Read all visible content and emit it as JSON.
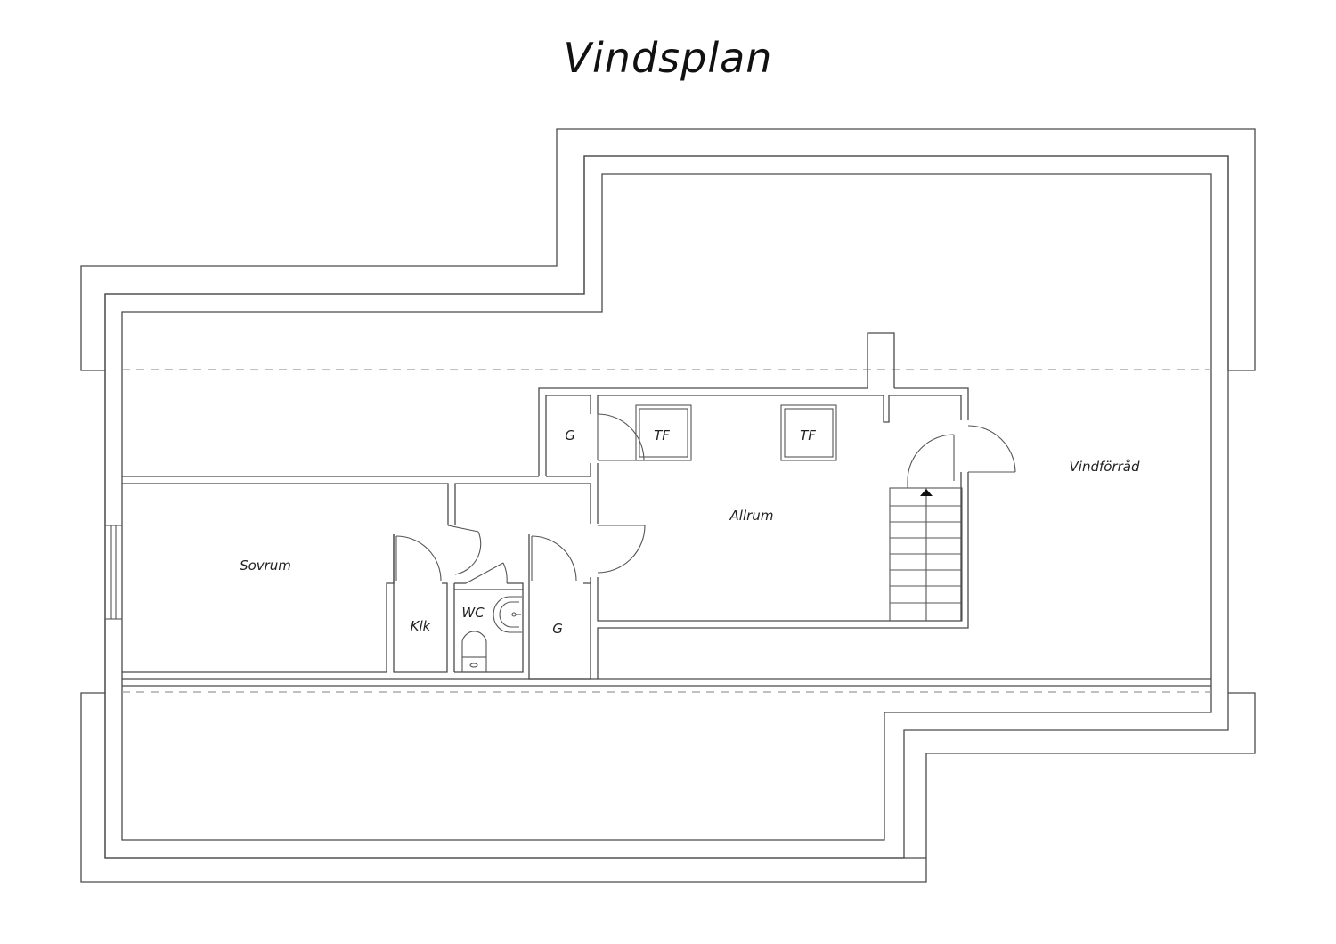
{
  "title": "Vindsplan",
  "rooms": {
    "sovrum": "Sovrum",
    "klk": "Klk",
    "wc": "WC",
    "g_upper": "G",
    "g_lower": "G",
    "tf_1": "TF",
    "tf_2": "TF",
    "allrum": "Allrum",
    "vindforrad": "Vindförråd"
  }
}
